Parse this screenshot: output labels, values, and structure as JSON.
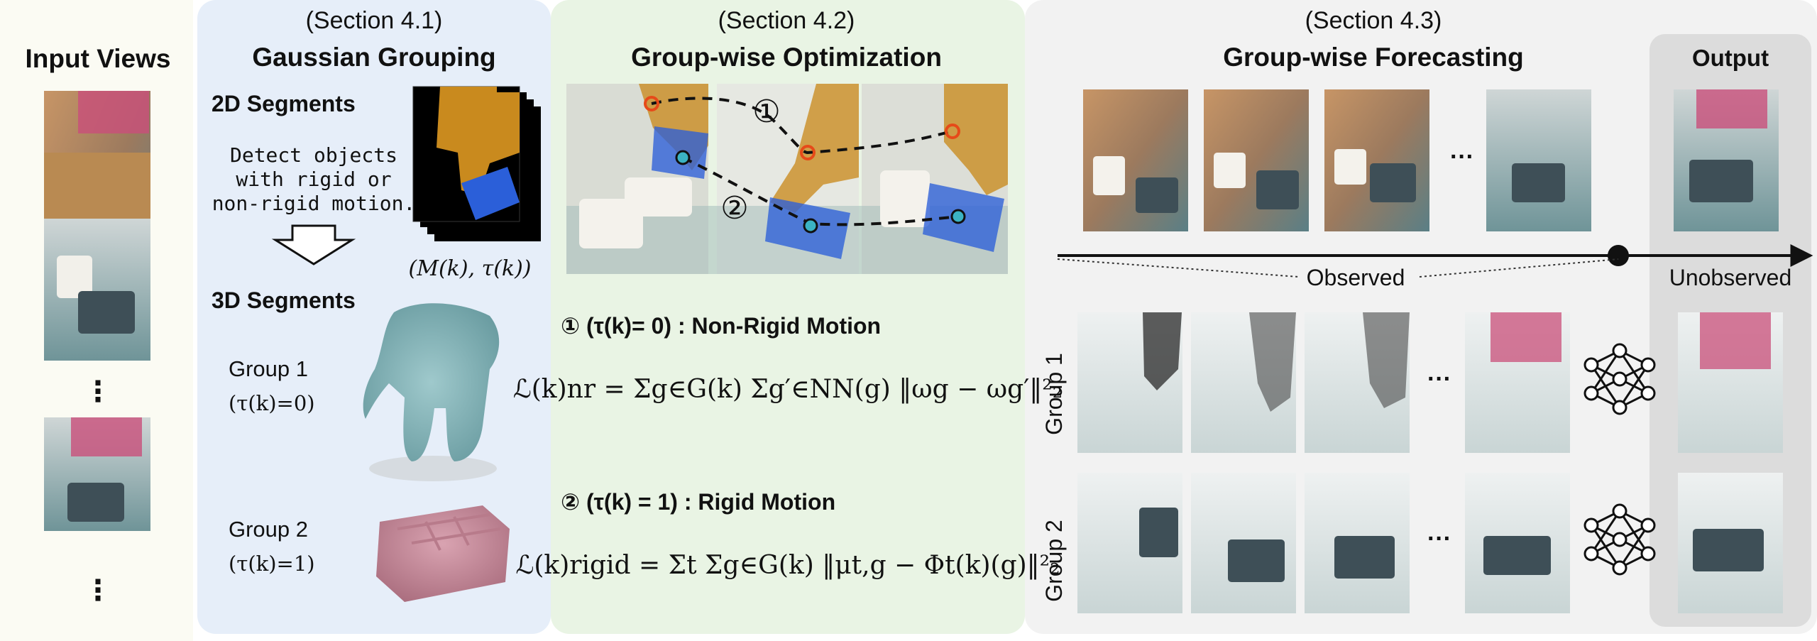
{
  "input_panel": {
    "title": "Input Views",
    "ellipsis": "⋮"
  },
  "section1": {
    "section_label": "(Section 4.1)",
    "title": "Gaussian Grouping",
    "segments_2d": "2D Segments",
    "detect_lines": [
      "Detect objects",
      "with rigid or",
      "non-rigid motion."
    ],
    "mask_label": "(M(k), τ(k))",
    "segments_3d": "3D Segments",
    "group1": {
      "name": "Group 1",
      "tau": "(τ(k)=0)"
    },
    "group2": {
      "name": "Group 2",
      "tau": "(τ(k)=1)"
    }
  },
  "section2": {
    "section_label": "(Section 4.2)",
    "title": "Group-wise Optimization",
    "marker_1": "①",
    "marker_2": "②",
    "nonrigid_heading": "① (τ(k)= 0) : Non-Rigid Motion",
    "nonrigid_eq": "ℒ(k)nr = Σg∈G(k) Σg′∈NN(g) ‖ωg − ωg′‖²₂",
    "rigid_heading": "② (τ(k) = 1) : Rigid Motion",
    "rigid_eq": "ℒ(k)rigid = Σt Σg∈G(k) ‖μt,g − Φt(k)(g)‖²₂"
  },
  "section3": {
    "section_label": "(Section 4.3)",
    "title": "Group-wise Forecasting",
    "output_label": "Output",
    "observed_label": "Observed",
    "unobserved_label": "Unobserved",
    "ellipsis": "···",
    "group1_label": "Group 1",
    "group2_label": "Group 2"
  },
  "colors": {
    "section1_bg": "#e6eef9",
    "section2_bg": "#e9f4e4",
    "section3_bg": "#f2f2f2",
    "output_bg": "#dcdcdc",
    "input_bg": "#fbfbf3",
    "hand_mask": "#c98a1e",
    "object_mask": "#2b5fd9",
    "nonrigid_cloud": "#8fbcc0",
    "rigid_cloud": "#c98d9c"
  },
  "icons": {
    "down_arrow": "hollow-down-arrow-icon",
    "network": "neural-network-icon",
    "timeline": "arrow-right-icon"
  }
}
